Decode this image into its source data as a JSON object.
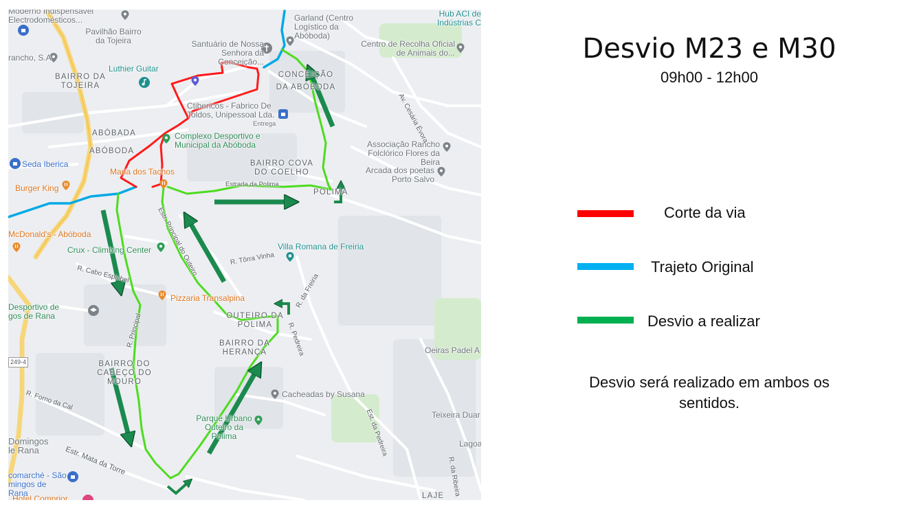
{
  "title": "Desvio M23 e M30",
  "time": "09h00 - 12h00",
  "legend": [
    {
      "label": "Corte da via",
      "color": "#ff0000"
    },
    {
      "label": "Trajeto Original",
      "color": "#00b0f0"
    },
    {
      "label": "Desvio a realizar",
      "color": "#00b050"
    }
  ],
  "note": "Desvio será realizado em ambos os sentidos.",
  "map": {
    "route_colors": {
      "cut": "#ff0000",
      "original": "#00a9e6",
      "detour": "#4cdc1e",
      "arrows": "#1b8a4e"
    },
    "areas": [
      "BAIRRO DA TOJEIRA",
      "ABÓBADA",
      "ABÓBODA",
      "CONCEIÇÃO DA ABÓBODA",
      "BAIRRO COVA DO COELHO",
      "POLIMA",
      "OUTEIRO DA POLIMA",
      "BAIRRO DA HERANÇA",
      "BAIRRO DO CABEÇO DO MOURO",
      "LAJE"
    ],
    "pois": [
      "Moderno Indispensável Electrodomésticos...",
      "Pavilhão Bairro da Tojeira",
      "Santuário de Nossa Senhora da Conceição...",
      "Garland (Centro Logístico da Abóboda)",
      "Hub ACI de Indústrias C",
      "Centro de Recolha Oficial de Animais do...",
      "rancho, S.A",
      "Luthier Guitar",
      "Ctibericos - Fabrico De Toldos, Unipessoal Lda.",
      "Entrega",
      "Complexo Desportivo e Municipal da Abóboda",
      "Associação Rancho Folclórico Flores da Beira",
      "Seda Iberica",
      "Arcada dos poetas Porto Salvo",
      "Maria dos Tachos",
      "Burger King",
      "McDonald's - Abóboda",
      "Crux - Climbing Center",
      "Villa Romana de Freiria",
      "Desportivo de gos de Rana",
      "Pizzaria Transalpina",
      "Oeiras Padel A",
      "Cacheadas by Susana",
      "Parque Urbano Outeiro da Polima",
      "Teixeira Duar",
      "Lagoa",
      "Domingos le Rana",
      "comarché - São mingos de Rana",
      "Hotel Comprior"
    ],
    "roads": [
      "Av. Cesária Évora",
      "Estrada da Polima",
      "Estr. Principal do Outeiro",
      "R. Tôrra Vinha",
      "R. Cabo Espichel",
      "R. Principal",
      "R. da Freiria",
      "R. Pedreira",
      "R. Forno da Cal",
      "Estr. Mata da Torre",
      "Est. da Pedreira",
      "R. da Ribeira",
      "249-4"
    ]
  }
}
